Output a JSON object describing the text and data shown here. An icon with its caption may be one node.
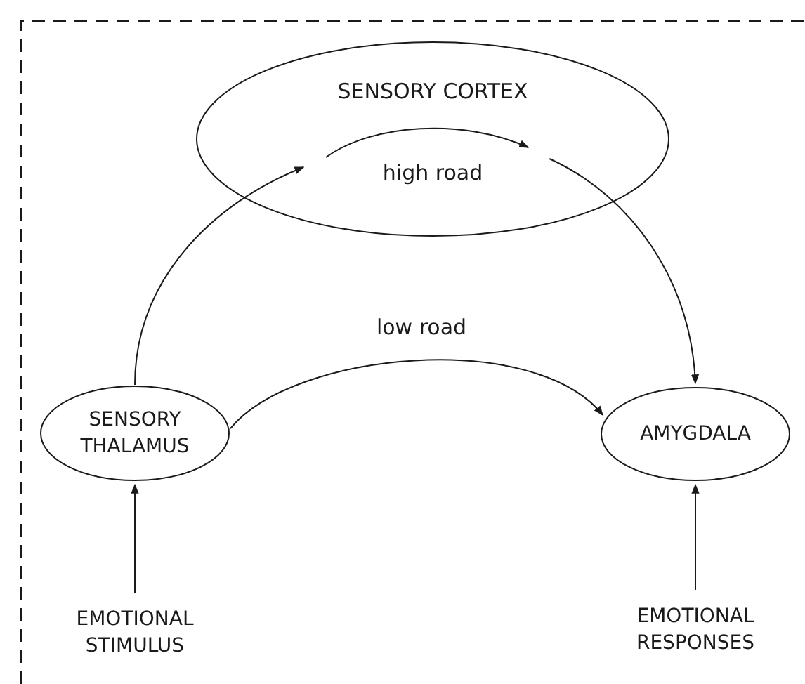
{
  "diagram": {
    "nodes": [
      {
        "text": [
          "SENSORY CORTEX",
          "high road"
        ]
      },
      {
        "text": [
          "SENSORY THALAMUS"
        ]
      },
      {
        "text": [
          "AMYGDALA"
        ]
      },
      {
        "text": [
          "EMOTIONAL STIMULUS"
        ]
      },
      {
        "text": [
          "EMOTIONAL RESPONSES"
        ]
      }
    ],
    "edges": [
      {
        "from": 3,
        "to": 1,
        "arrow": "to"
      },
      {
        "from": 1,
        "to": 0,
        "arrow": "to"
      },
      {
        "from": 0,
        "to": 2,
        "arrow": "to"
      },
      {
        "from": 1,
        "to": 2,
        "arrow": "to",
        "label": "low road"
      },
      {
        "from": 4,
        "to": 2,
        "arrow": "to"
      }
    ]
  }
}
